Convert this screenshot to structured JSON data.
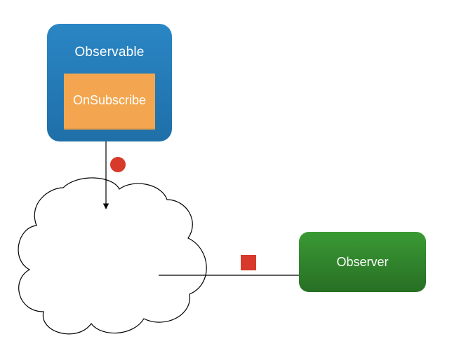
{
  "observable": {
    "label": "Observable",
    "color": "#2a7fbc"
  },
  "on_subscribe": {
    "label": "OnSubscribe",
    "color": "#f3a64f"
  },
  "observer": {
    "label": "Observer",
    "color": "#2f8a2c"
  },
  "markers": {
    "circle_color": "#d7392b",
    "square_color": "#d7392b"
  },
  "cloud": {
    "stroke": "#000000",
    "fill": "#ffffff"
  }
}
